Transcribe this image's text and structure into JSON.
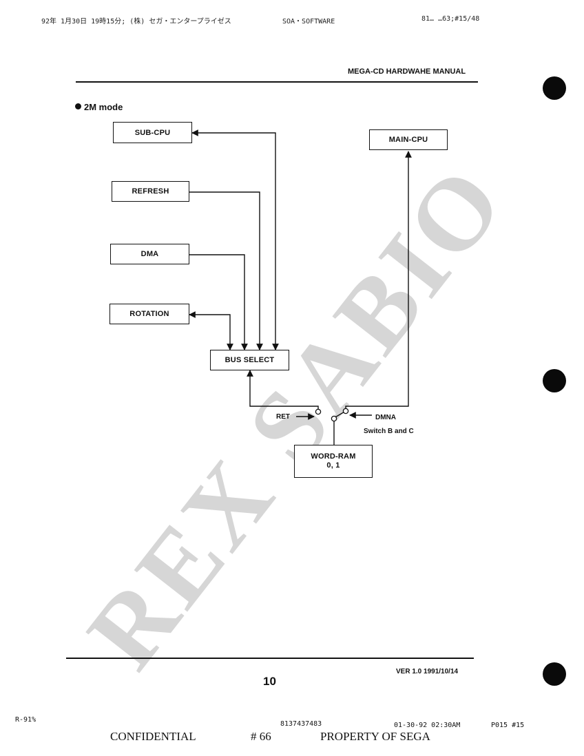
{
  "fax_header": {
    "left": "92年 1月30日  19時15分; (株) セガ・エンタープライゼス",
    "center": "SOA・SOFTWARE",
    "right": "81…  …63;#15/48"
  },
  "header": {
    "title": "MEGA-CD HARDWAHE MANUAL"
  },
  "section": {
    "title": "2M mode"
  },
  "diagram": {
    "boxes": {
      "sub_cpu": "SUB-CPU",
      "refresh": "REFRESH",
      "dma": "DMA",
      "rotation": "ROTATION",
      "bus_select": "BUS SELECT",
      "main_cpu": "MAIN-CPU",
      "word_ram_line1": "WORD-RAM",
      "word_ram_line2": "0, 1"
    },
    "labels": {
      "ret": "RET",
      "dmna": "DMNA",
      "switch": "Switch B and C"
    }
  },
  "watermark": "REX SABIO",
  "footer": {
    "version": "VER 1.0 1991/10/14",
    "page_number": "10",
    "scan_note": "R-91%",
    "fax_number": "8137437483",
    "fax_timestamp": "01-30-92 02:30AM",
    "fax_page": "P015 #15",
    "confidential": "CONFIDENTIAL",
    "doc_number": "# 66",
    "property": "PROPERTY OF SEGA"
  }
}
